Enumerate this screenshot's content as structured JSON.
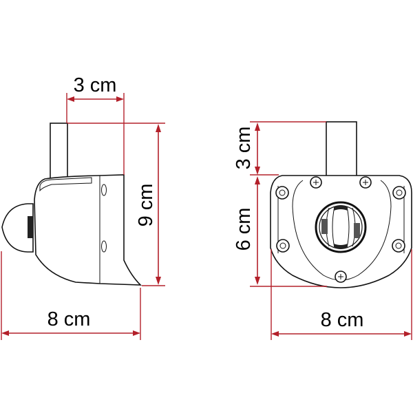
{
  "diagram": {
    "title": "",
    "colors": {
      "dimension_line": "#b3202a",
      "outline": "#111111",
      "background": "#ffffff"
    },
    "side_view": {
      "dimensions": {
        "top_width": "3 cm",
        "height": "9 cm",
        "bottom_width": "8 cm"
      }
    },
    "front_view": {
      "dimensions": {
        "stem_height": "3 cm",
        "body_height": "6 cm",
        "bottom_width": "8 cm"
      }
    }
  }
}
